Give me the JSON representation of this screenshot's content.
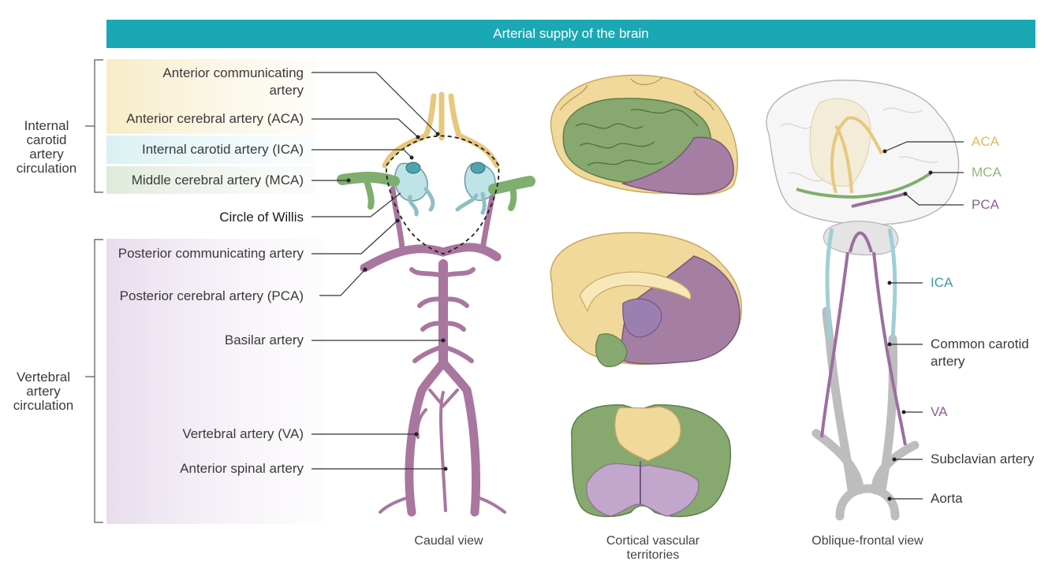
{
  "title": "Arterial supply of the brain",
  "groups": {
    "internal": "Internal carotid artery circulation",
    "vertebral": "Vertebral artery circulation"
  },
  "left_labels": {
    "acom": "Anterior communicating artery",
    "aca": "Anterior cerebral artery (ACA)",
    "ica": "Internal carotid artery (ICA)",
    "mca": "Middle cerebral artery (MCA)",
    "willis": "Circle of Willis",
    "pcom": "Posterior communicating artery",
    "pca": "Posterior cerebral artery (PCA)",
    "basilar": "Basilar artery",
    "va": "Vertebral artery (VA)",
    "spinal": "Anterior spinal artery"
  },
  "right_labels": {
    "aca": "ACA",
    "mca": "MCA",
    "pca": "PCA",
    "ica": "ICA",
    "common_carotid": "Common carotid artery",
    "va": "VA",
    "subclavian": "Subclavian artery",
    "aorta": "Aorta"
  },
  "captions": {
    "caudal": "Caudal view",
    "cortical": "Cortical vascular territories",
    "oblique": "Oblique-frontal view"
  },
  "colors": {
    "banner": "#1aa8b4",
    "aca": "#e8c77e",
    "mca": "#7fae6e",
    "pca": "#9b6f9e",
    "ica": "#4fa3ad",
    "vessel": "#a9769f",
    "grey": "#b7b7b7"
  }
}
